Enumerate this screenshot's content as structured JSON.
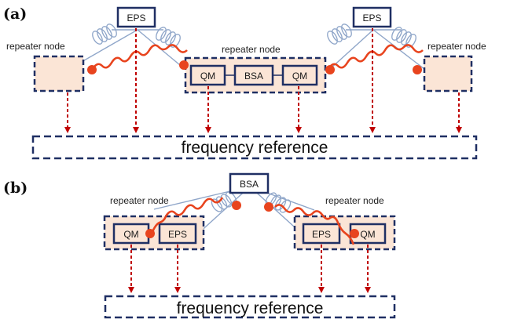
{
  "panels": {
    "a": {
      "label": "(a)",
      "left_node_label": "repeater node",
      "middle_node_label": "repeater node",
      "right_node_label": "repeater node",
      "eps_left": "EPS",
      "eps_right": "EPS",
      "qm_left": "QM",
      "bsa": "BSA",
      "qm_right": "QM",
      "frequency_reference": "frequency reference"
    },
    "b": {
      "label": "(b)",
      "left_node_label": "repeater node",
      "right_node_label": "repeater node",
      "bsa": "BSA",
      "qm_left": "QM",
      "eps_left": "EPS",
      "eps_right": "EPS",
      "qm_right": "QM",
      "frequency_reference": "frequency reference"
    }
  },
  "colors": {
    "navy": "#1f2f63",
    "photon": "#e8441e",
    "node_fill": "#fbe5d6",
    "fiber": "#8fa6c9",
    "arrow": "#c00000"
  }
}
